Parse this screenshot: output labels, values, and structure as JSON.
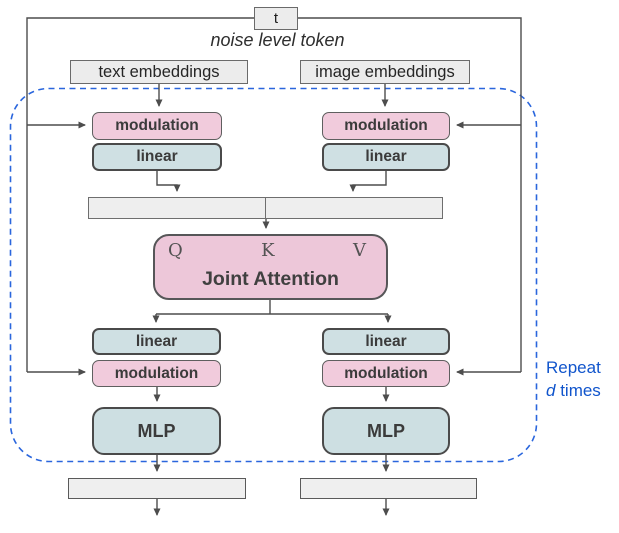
{
  "colors": {
    "pink": "#f1cbdc",
    "pink_deep": "#edc7d9",
    "teal": "#cfe0e3",
    "teal_mlp": "#cddfe2",
    "gray_fill": "#ececec",
    "line": "#4d4d4d",
    "accent_blue": "#2a66dd",
    "note_blue": "#1155cc"
  },
  "noise_token": {
    "label": "t",
    "caption": "noise level token"
  },
  "inputs": {
    "text": "text embeddings",
    "image": "image embeddings"
  },
  "labels": {
    "modulation": "modulation",
    "linear": "linear",
    "mlp": "MLP"
  },
  "attention": {
    "q": "Q",
    "k": "K",
    "v": "V",
    "title": "Joint Attention"
  },
  "repeat_note": {
    "word1": "Repeat",
    "word2_italic": "d",
    "word2_rest": " times"
  }
}
